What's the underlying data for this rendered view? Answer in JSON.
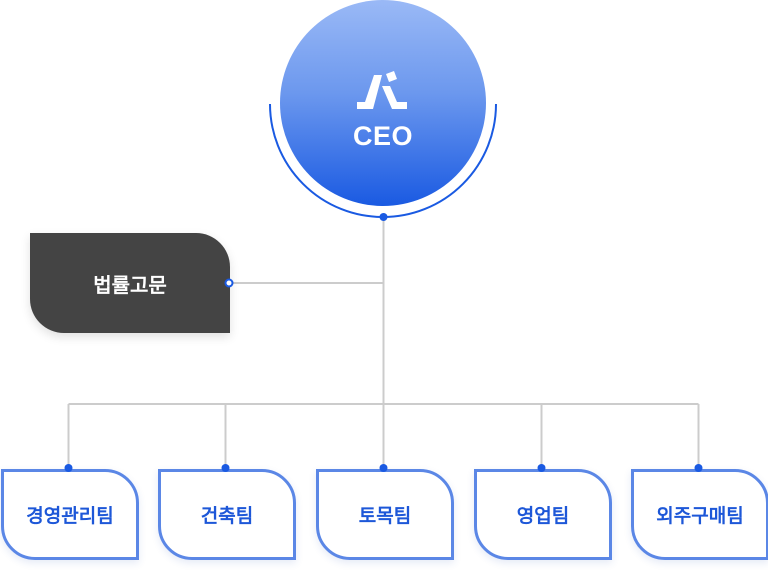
{
  "ceo": {
    "label": "CEO",
    "logo_icon": "company-logo-icon"
  },
  "advisor": {
    "label": "법률고문"
  },
  "teams": [
    {
      "label": "경영관리팀"
    },
    {
      "label": "건축팀"
    },
    {
      "label": "토목팀"
    },
    {
      "label": "영업팀"
    },
    {
      "label": "외주구매팀"
    }
  ],
  "colors": {
    "accent": "#1a5ae2",
    "team_border": "#5b87e6",
    "team_text": "#1d57d8",
    "advisor_bg": "#444444",
    "connector": "#cccccc"
  }
}
